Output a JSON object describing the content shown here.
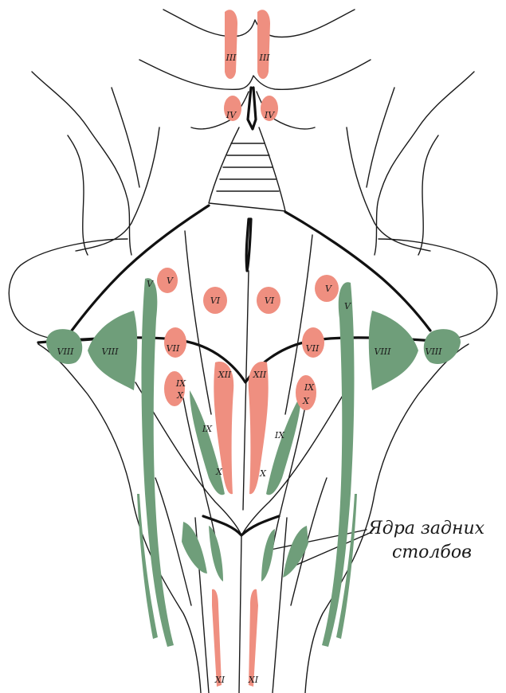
{
  "nuclei_labels": {
    "oculomotor": "III",
    "trochlear": "IV",
    "trigeminal": "V",
    "abducens": "VI",
    "facial": "VII",
    "vestibulocochlear": "VIII",
    "glossopharyngeal": "IX",
    "vagus": "X",
    "accessory": "XI",
    "hypoglossal": "XII"
  },
  "caption": {
    "line1": "Ядра задних",
    "line2": "столбов"
  },
  "colors": {
    "motor_nuclei": "#ef8f80",
    "sensory_nuclei": "#6f9e7a",
    "outline": "#1a1a1a"
  }
}
